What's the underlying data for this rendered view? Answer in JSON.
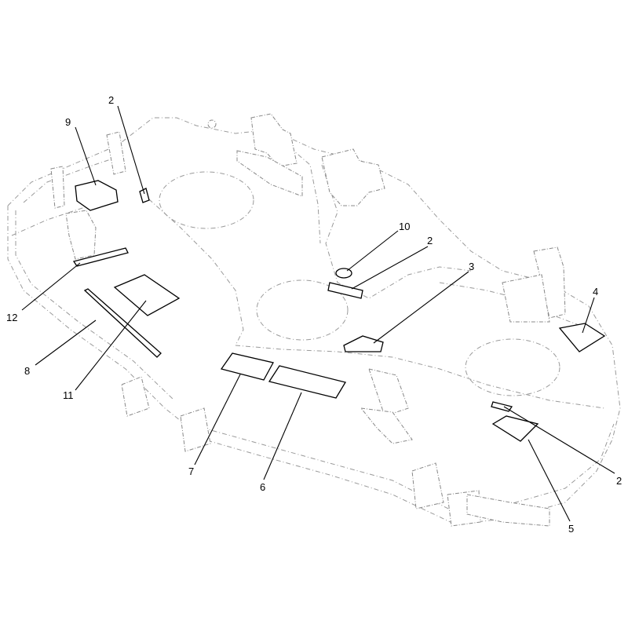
{
  "callouts": [
    {
      "id": "c2a",
      "label": "2"
    },
    {
      "id": "c9",
      "label": "9"
    },
    {
      "id": "c10",
      "label": "10"
    },
    {
      "id": "c2b",
      "label": "2"
    },
    {
      "id": "c3",
      "label": "3"
    },
    {
      "id": "c4",
      "label": "4"
    },
    {
      "id": "c12",
      "label": "12"
    },
    {
      "id": "c8",
      "label": "8"
    },
    {
      "id": "c11",
      "label": "11"
    },
    {
      "id": "c7",
      "label": "7"
    },
    {
      "id": "c6",
      "label": "6"
    },
    {
      "id": "c2c",
      "label": "2"
    },
    {
      "id": "c5",
      "label": "5"
    }
  ],
  "colors": {
    "line": "#000000",
    "ghost_outline": "#9a9a9a",
    "background": "#ffffff"
  }
}
